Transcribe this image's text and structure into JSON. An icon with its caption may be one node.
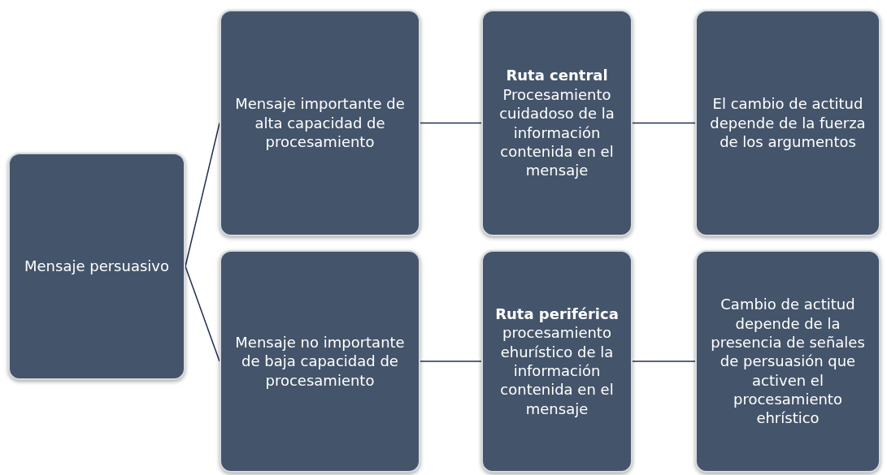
{
  "diagram": {
    "nodes": [
      {
        "text": [
          "Mensaje persuasivo"
        ]
      },
      {
        "text": [
          "Mensaje importante de alta capacidad de procesamiento"
        ]
      },
      {
        "text": [
          "Ruta central",
          "Procesamiento cuidadoso de la información contenida en el mensaje"
        ]
      },
      {
        "text": [
          "El cambio de actitud depende de la fuerza de los argumentos"
        ]
      },
      {
        "text": [
          "Mensaje no importante de baja capacidad de procesamiento"
        ]
      },
      {
        "text": [
          "Ruta periférica",
          "procesamiento ehurístico de la información contenida en el mensaje"
        ]
      },
      {
        "text": [
          "Cambio de actitud depende de la presencia de señales de persuasión que activen el procesamiento ehrístico"
        ]
      }
    ],
    "edges": [
      {
        "from": 0,
        "to": 1,
        "arrow": "none"
      },
      {
        "from": 0,
        "to": 4,
        "arrow": "none"
      },
      {
        "from": 1,
        "to": 2,
        "arrow": "none"
      },
      {
        "from": 2,
        "to": 3,
        "arrow": "none"
      },
      {
        "from": 4,
        "to": 5,
        "arrow": "none"
      },
      {
        "from": 5,
        "to": 6,
        "arrow": "none"
      }
    ]
  }
}
